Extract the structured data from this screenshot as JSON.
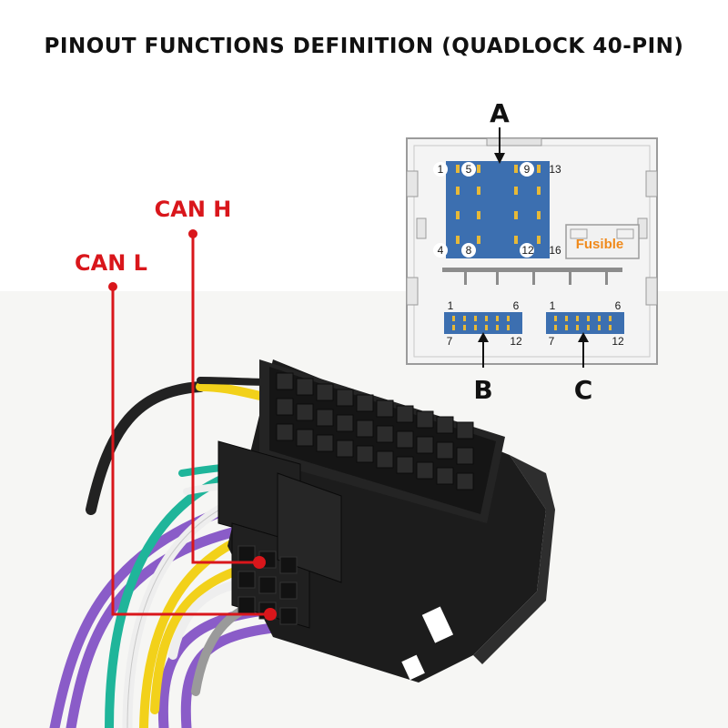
{
  "title": "PINOUT FUNCTIONS DEFINITION (QUADLOCK 40-PIN)",
  "labels": {
    "can_h": "CAN H",
    "can_l": "CAN L",
    "block_a": "A",
    "block_b": "B",
    "block_c": "C",
    "fusible": "Fusible"
  },
  "block_a_pins": {
    "p1": "1",
    "p5": "5",
    "p9": "9",
    "p13": "13",
    "p4": "4",
    "p8": "8",
    "p12": "12",
    "p16": "16"
  },
  "block_b_pins": {
    "p1": "1",
    "p6": "6",
    "p7": "7",
    "p12": "12"
  },
  "block_c_pins": {
    "p1": "1",
    "p6": "6",
    "p7": "7",
    "p12": "12"
  },
  "colors": {
    "annotation_red": "#d9161b",
    "pin_block_blue": "#3c6fb0",
    "fusible_orange": "#f08a1c",
    "connector_black": "#1c1c1c",
    "wire_yellow": "#f2d11a",
    "wire_green": "#1fb59a",
    "wire_purple": "#8a5cc8",
    "wire_white": "#eeeeee",
    "wire_gray": "#9a9a9a"
  }
}
